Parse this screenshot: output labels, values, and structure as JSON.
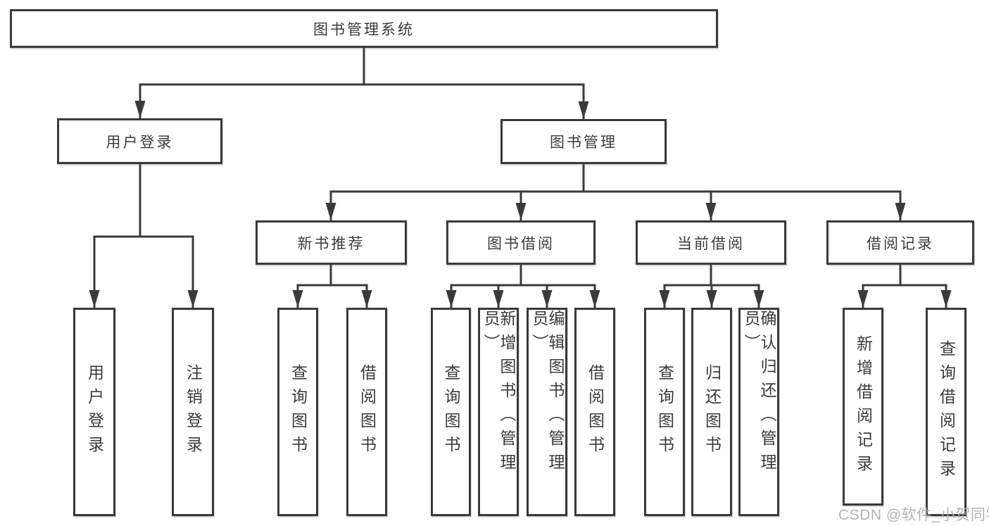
{
  "tree": {
    "root": {
      "label": "图书管理系统"
    },
    "level2": [
      {
        "id": "user-login",
        "label": "用户登录",
        "children": [
          {
            "label": "用户登录"
          },
          {
            "label": "注销登录"
          }
        ]
      },
      {
        "id": "book-management",
        "label": "图书管理",
        "children": [
          {
            "id": "new-book-recommendation",
            "label": "新书推荐",
            "children": [
              {
                "label": "查询图书"
              },
              {
                "label": "借阅图书"
              }
            ]
          },
          {
            "id": "book-borrowing",
            "label": "图书借阅",
            "children": [
              {
                "label": "查询图书"
              },
              {
                "label": "新增图书（管理员）"
              },
              {
                "label": "编辑图书（管理员）"
              },
              {
                "label": "借阅图书"
              }
            ]
          },
          {
            "id": "current-borrowing",
            "label": "当前借阅",
            "children": [
              {
                "label": "查询图书"
              },
              {
                "label": "归还图书"
              },
              {
                "label": "确认归还（管理员）"
              }
            ]
          },
          {
            "id": "borrowing-records",
            "label": "借阅记录",
            "children": [
              {
                "label": "新增借阅记录"
              },
              {
                "label": "查询借阅记录"
              }
            ]
          }
        ]
      }
    ]
  },
  "watermark": {
    "label": "CSDN @软件_小贺同学"
  },
  "colors": {
    "line": "#3a3a3a",
    "box_border": "#3a3a3a",
    "text": "#3b3b3f",
    "background": "#ffffff",
    "watermark": "#acacae"
  }
}
